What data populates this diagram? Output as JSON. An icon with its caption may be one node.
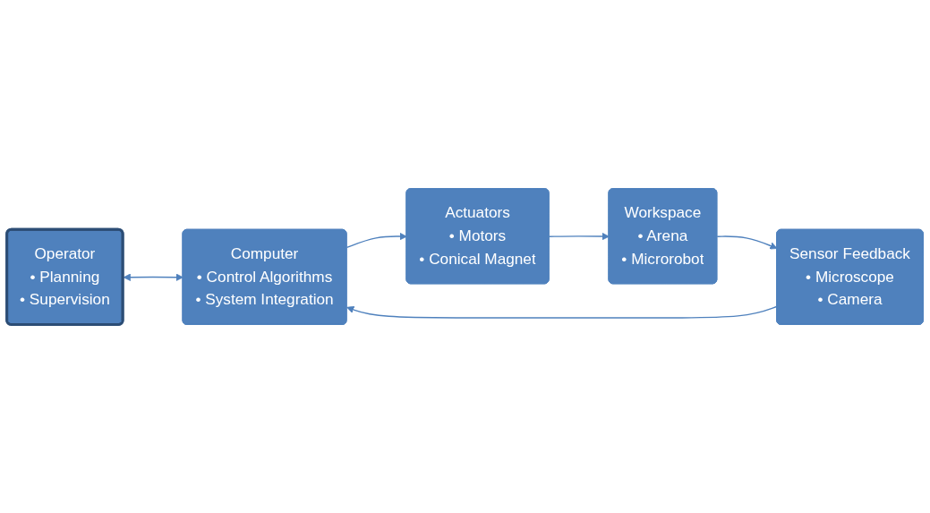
{
  "diagram": {
    "nodes": [
      {
        "text": [
          "Operator",
          "• Planning",
          "• Supervision"
        ]
      },
      {
        "text": [
          "Computer",
          "• Control Algorithms",
          "• System Integration"
        ]
      },
      {
        "text": [
          "Actuators",
          "• Motors",
          "• Conical Magnet"
        ]
      },
      {
        "text": [
          "Workspace",
          "• Arena",
          "• Microrobot"
        ]
      },
      {
        "text": [
          "Sensor Feedback",
          "• Microscope",
          "• Camera"
        ]
      }
    ],
    "edges": [
      {
        "from": 0,
        "to": 1,
        "arrow": "both"
      },
      {
        "from": 1,
        "to": 2,
        "arrow": "to"
      },
      {
        "from": 2,
        "to": 3,
        "arrow": "to"
      },
      {
        "from": 3,
        "to": 4,
        "arrow": "to"
      },
      {
        "from": 4,
        "to": 1,
        "arrow": "to"
      }
    ]
  }
}
